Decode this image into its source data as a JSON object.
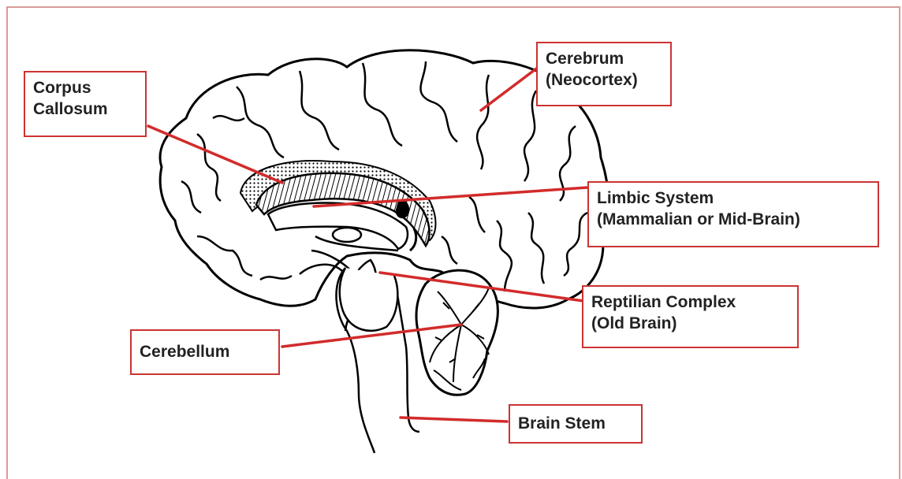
{
  "colors": {
    "label_border": "#cc3333",
    "leader_line": "#d22b2b",
    "frame_border": "#d99a9a",
    "ink": "#000000",
    "text": "#222222"
  },
  "labels": {
    "corpus_callosum": [
      "Corpus",
      "Callosum"
    ],
    "cerebrum": [
      "Cerebrum",
      "(Neocortex)"
    ],
    "limbic_system": [
      "Limbic System",
      "(Mammalian or Mid-Brain)"
    ],
    "reptilian_complex": [
      "Reptilian Complex",
      "(Old Brain)"
    ],
    "cerebellum": [
      "Cerebellum"
    ],
    "brain_stem": [
      "Brain Stem"
    ]
  }
}
